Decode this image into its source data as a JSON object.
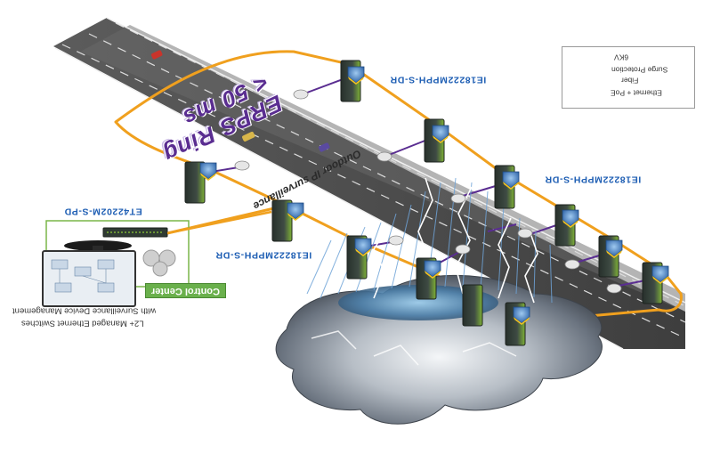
{
  "diagram": {
    "ring_title_top": "< 50 ms",
    "ring_title_bottom": "ERPS Ring",
    "road_label": "Outdoor IP surveillance",
    "switch_model_a": "IE18222MPPH-S-DR",
    "switch_model_b": "IE18222MPPH-S-DR",
    "switch_model_c": "IE18222MPPH-S-DR",
    "control_switch_model": "ET42202M-S-PD",
    "control_center_label": "Control Center",
    "caption_line1": "L2+ Managed Ethernet Switches",
    "caption_line2": "with Surveillance Device Management",
    "badge_text": "6KV"
  },
  "legend": {
    "surge_title": "6KV",
    "surge_sub": "Surge Protection",
    "fiber": "Fiber",
    "ethernet": "Ethernet + PoE"
  },
  "colors": {
    "fiber": "#f0a01e",
    "ethernet": "#5a2d91",
    "road": "#4a4a4a",
    "lightning": "#6fa4d8",
    "storm_cloud": "#5d6770",
    "switch_body": "#2f3a33",
    "badge": "#3b78c2",
    "control_frame": "#7ab648"
  },
  "icons": [
    "surge-protection-badge-icon",
    "ip-camera-icon",
    "lightning-icon",
    "monitor-icon",
    "car-icon",
    "switch-icon"
  ]
}
